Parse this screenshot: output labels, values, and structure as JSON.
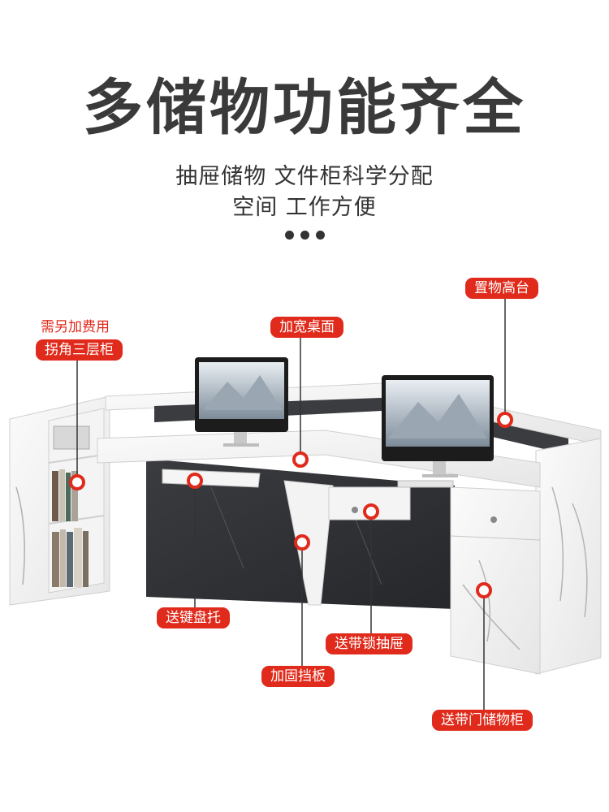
{
  "title": "多储物功能齐全",
  "subtitle_line1": "抽屉储物 文件柜科学分配",
  "subtitle_line2": "空间 工作方便",
  "colors": {
    "accent": "#e02a1b",
    "title": "#3a3a3a",
    "marble": "#f2f2f2",
    "dark_marble": "#2e3034"
  },
  "callouts": {
    "high_shelf": "置物高台",
    "wide_desk": "加宽桌面",
    "corner_note": "需另加费用",
    "corner_cabinet": "拐角三层柜",
    "keyboard_tray": "送键盘托",
    "lock_drawer": "送带锁抽屉",
    "baffle": "加固挡板",
    "door_cabinet": "送带门储物柜"
  }
}
